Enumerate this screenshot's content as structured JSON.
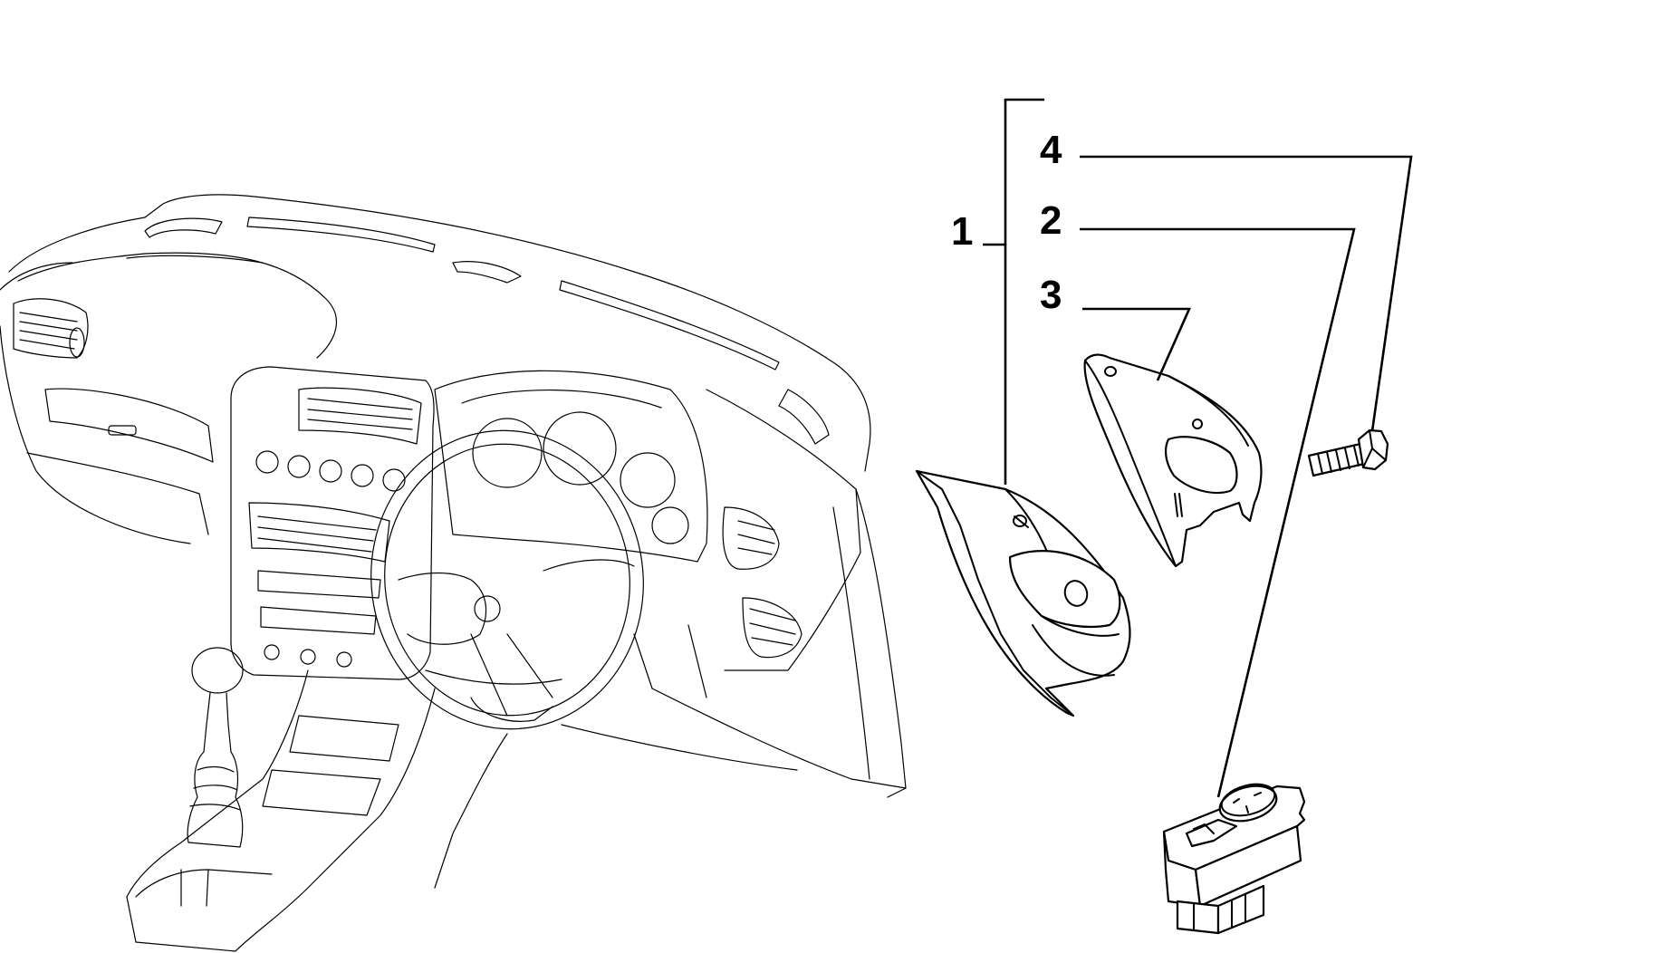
{
  "callouts": [
    {
      "id": "1",
      "label": "1"
    },
    {
      "id": "2",
      "label": "2"
    },
    {
      "id": "3",
      "label": "3"
    },
    {
      "id": "4",
      "label": "4"
    }
  ],
  "colors": {
    "line": "#000000",
    "background": "#ffffff"
  },
  "icons": [
    "dashboard-assembly-icon",
    "mirror-cover-icon",
    "mounting-bracket-icon",
    "screw-icon",
    "mirror-switch-icon"
  ]
}
